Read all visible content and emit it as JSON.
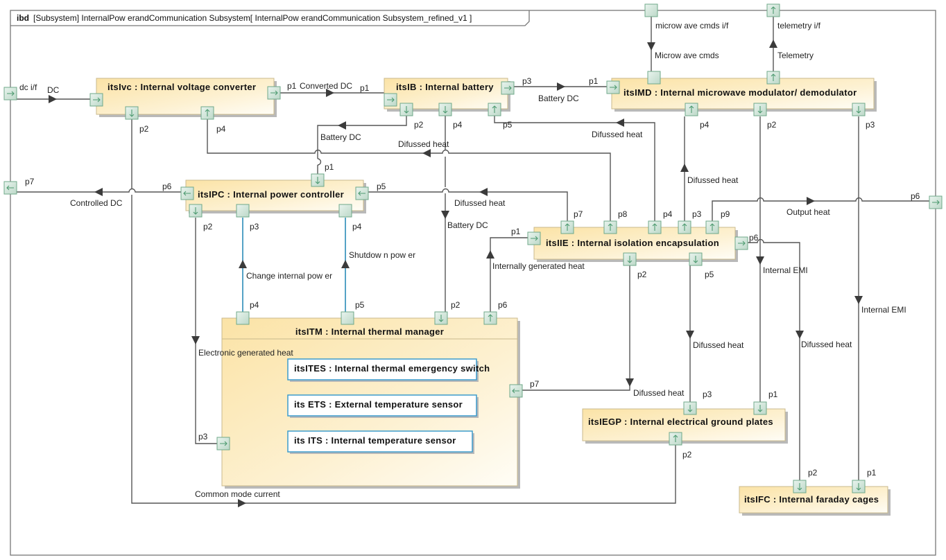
{
  "frame": {
    "keyword": "ibd",
    "title": "[Subsystem] InternalPow erandCommunication Subsystem[ InternalPow erandCommunication Subsystem_refined_v1 ]"
  },
  "blocks": [
    {
      "id": "lvc",
      "label": "itsIvc : Internal voltage converter"
    },
    {
      "id": "ib",
      "label": "itsIB : Internal battery"
    },
    {
      "id": "imd",
      "label": "itsIMD : Internal microwave modulator/ demodulator"
    },
    {
      "id": "ipc",
      "label": "itsIPC : Internal power controller"
    },
    {
      "id": "iie",
      "label": "itsIIE : Internal isolation encapsulation"
    },
    {
      "id": "itm",
      "label": "itsITM : Internal thermal manager"
    },
    {
      "id": "iegp",
      "label": "itsIEGP : Internal electrical ground plates"
    },
    {
      "id": "ifc",
      "label": "itsIFC : Internal faraday cages"
    }
  ],
  "inner_parts": [
    {
      "label": "itsITES : Internal thermal emergency switch"
    },
    {
      "label": "its ETS : External temperature sensor"
    },
    {
      "label": "its ITS : Internal temperature sensor"
    }
  ],
  "boundary_ports": {
    "dc": "dc i/f",
    "microwave": "microw ave cmds i/f",
    "telemetry": "telemetry i/f",
    "p7": "p7",
    "p6": "p6"
  },
  "port_labels": {
    "lvc_p1": "p1",
    "lvc_p2": "p2",
    "lvc_p4": "p4",
    "ib_p1": "p1",
    "ib_p2": "p2",
    "ib_p3": "p3",
    "ib_p4": "p4",
    "ib_p5": "p5",
    "imd_p1": "p1",
    "imd_p2": "p2",
    "imd_p3": "p3",
    "imd_p4": "p4",
    "ipc_p1": "p1",
    "ipc_p2": "p2",
    "ipc_p3": "p3",
    "ipc_p4": "p4",
    "ipc_p5": "p5",
    "ipc_p6": "p6",
    "iie_p1": "p1",
    "iie_p2": "p2",
    "iie_p3": "p3",
    "iie_p4": "p4",
    "iie_p5": "p5",
    "iie_p6": "p6",
    "iie_p7": "p7",
    "iie_p8": "p8",
    "iie_p9": "p9",
    "itm_p2": "p2",
    "itm_p3": "p3",
    "itm_p4": "p4",
    "itm_p5": "p5",
    "itm_p6": "p6",
    "itm_p7": "p7",
    "iegp_p1": "p1",
    "iegp_p2": "p2",
    "iegp_p3": "p3",
    "ifc_p1": "p1",
    "ifc_p2": "p2"
  },
  "flow_labels": {
    "dc": "DC",
    "converted_dc": "Converted DC",
    "battery_dc_imd": "Battery DC",
    "microwave_cmds": "Microw ave cmds",
    "telemetry": "Telemetry",
    "battery_dc_ipc": "Battery DC",
    "difussed_heat_lvc": "Difussed heat",
    "difussed_heat_ib": "Difussed heat",
    "controlled_dc": "Controlled DC",
    "difussed_heat_ipc": "Difussed heat",
    "battery_dc_itm": "Battery DC",
    "difussed_heat_imd": "Difussed heat",
    "output_heat": "Output heat",
    "change_internal_power": "Change internal pow er",
    "shutdown_power": "Shutdow n pow er",
    "internally_generated_heat": "Internally generated heat",
    "internal_emi_1": "Internal EMI",
    "internal_emi_2": "Internal EMI",
    "electronic_generated_heat": "Electronic generated heat",
    "difussed_heat_iegp": "Difussed heat",
    "difussed_heat_iie_p5": "Difussed heat",
    "difussed_heat_ifc": "Difussed heat",
    "common_mode_current": "Common mode current"
  }
}
